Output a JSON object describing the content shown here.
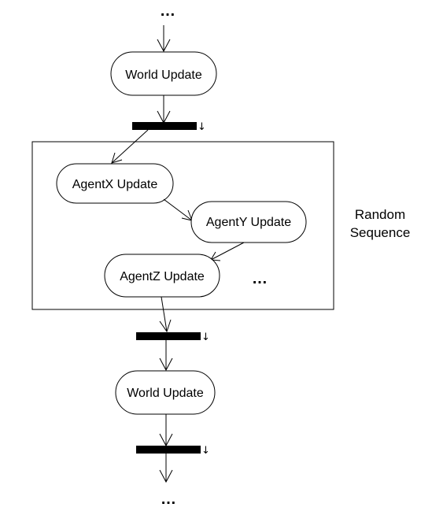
{
  "diagram": {
    "top_ellipsis": "…",
    "bottom_ellipsis": "…",
    "inner_ellipsis": "…",
    "nodes": {
      "world_update_1": "World Update",
      "agent_x": "AgentX Update",
      "agent_y": "AgentY Update",
      "agent_z": "AgentZ Update",
      "world_update_2": "World Update"
    },
    "group_label_line1": "Random",
    "group_label_line2": "Sequence",
    "sync_bar_marker": "↓"
  }
}
